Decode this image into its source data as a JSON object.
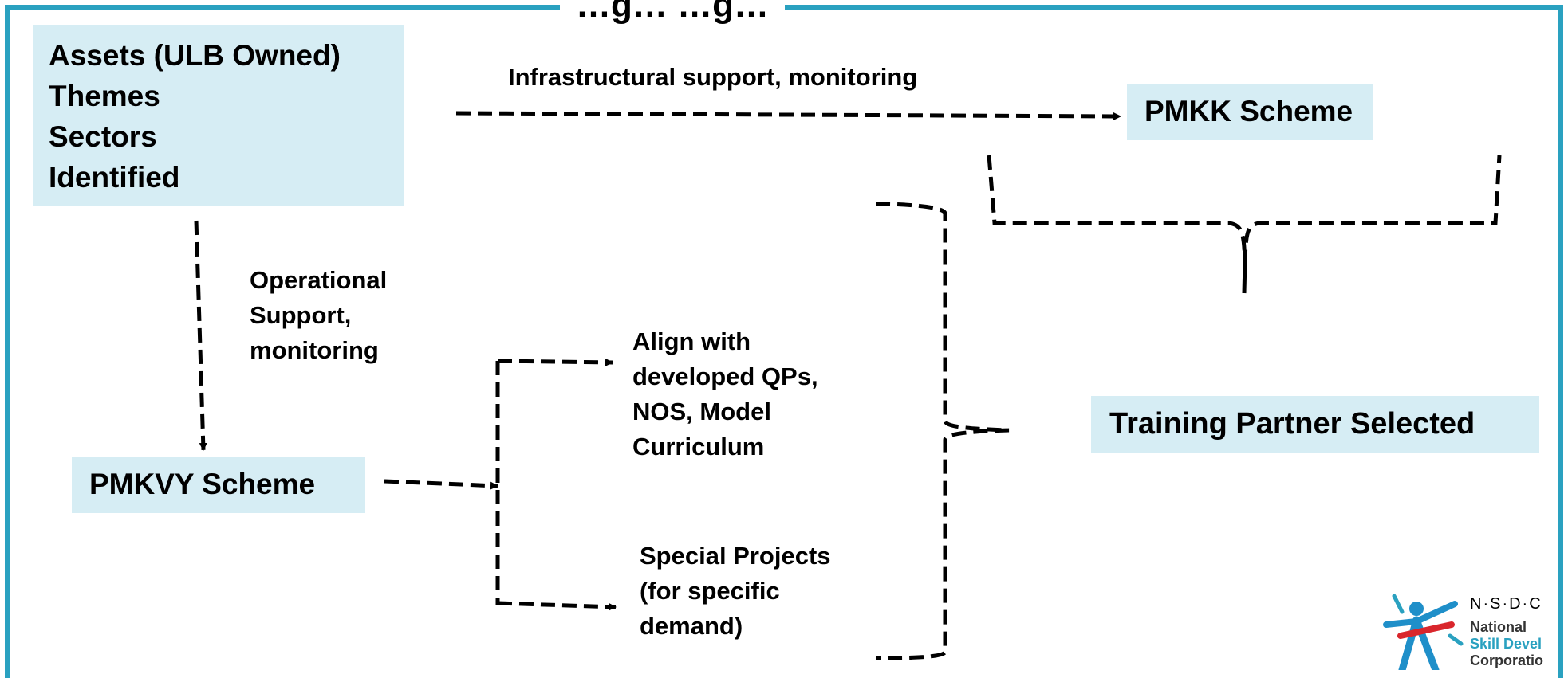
{
  "page_title": "…g… …g…",
  "nodes": {
    "assets": {
      "lines": [
        "Assets (ULB Owned)",
        "Themes",
        "Sectors",
        "Identified"
      ]
    },
    "pmkk": "PMKK Scheme",
    "pmkvy": "PMKVY Scheme",
    "training_partner": "Training Partner Selected",
    "align": {
      "lines": [
        "Align with",
        "developed QPs,",
        "NOS, Model",
        "Curriculum"
      ]
    },
    "special": {
      "lines": [
        "Special Projects",
        "(for specific",
        "demand)"
      ]
    }
  },
  "edges": {
    "infra": "Infrastructural support, monitoring",
    "operational": {
      "lines": [
        "Operational",
        "Support,",
        "monitoring"
      ]
    }
  },
  "logo": {
    "abbr": "N·S·D·C",
    "line1": "National",
    "line2": "Skill Devel",
    "line3": "Corporatio",
    "colors": {
      "figure": "#1f8fc9",
      "accent": "#d9262c",
      "teal": "#2aa1c0"
    }
  },
  "colors": {
    "frame": "#2aa1c0",
    "box_fill": "#d6edf4",
    "line": "#000000"
  }
}
